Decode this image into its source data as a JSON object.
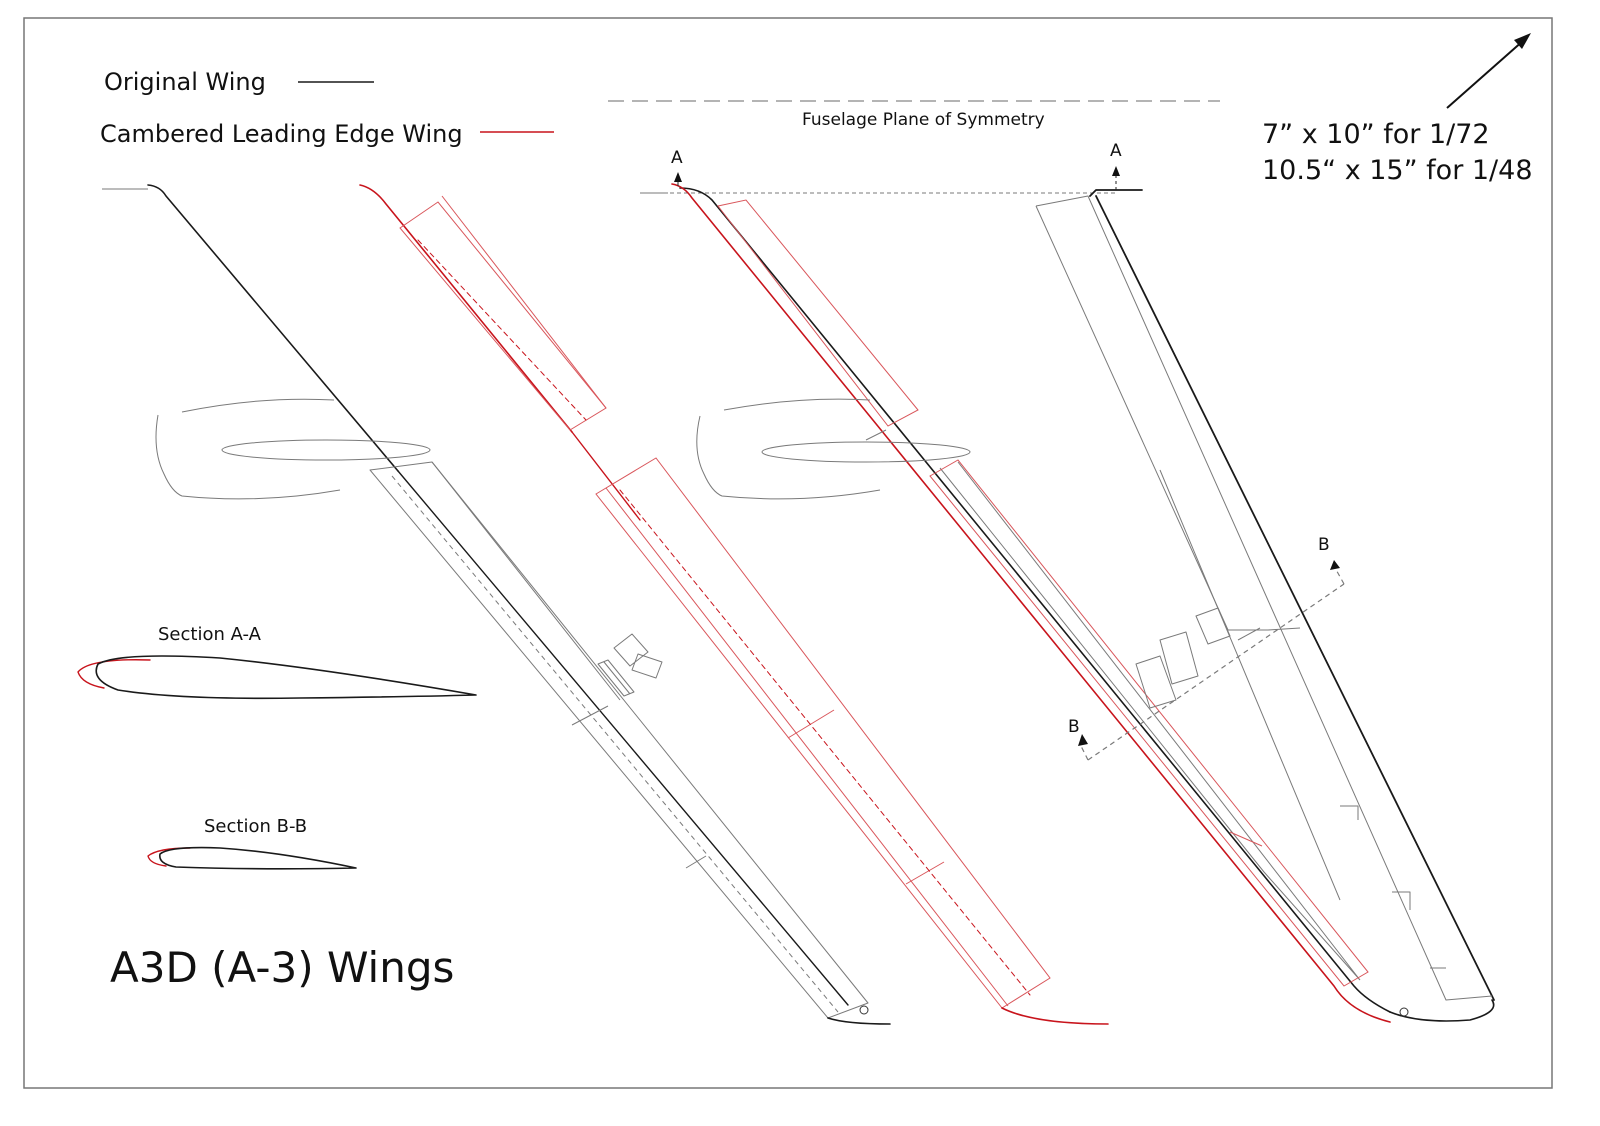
{
  "legend": {
    "original_label": "Original Wing",
    "original_color": "#1a1a1a",
    "cambered_label": "Cambered Leading Edge Wing",
    "cambered_color": "#c8141c"
  },
  "fuselage_label": "Fuselage Plane of Symmetry",
  "scale": {
    "line1": "7” x 10” for 1/72",
    "line2": "10.5“ x 15” for 1/48"
  },
  "section_markers": {
    "a_left": "A",
    "a_right": "A",
    "b_top": "B",
    "b_bottom": "B"
  },
  "sections": {
    "aa_label": "Section A-A",
    "bb_label": "Section B-B"
  },
  "title": "A3D (A-3) Wings"
}
